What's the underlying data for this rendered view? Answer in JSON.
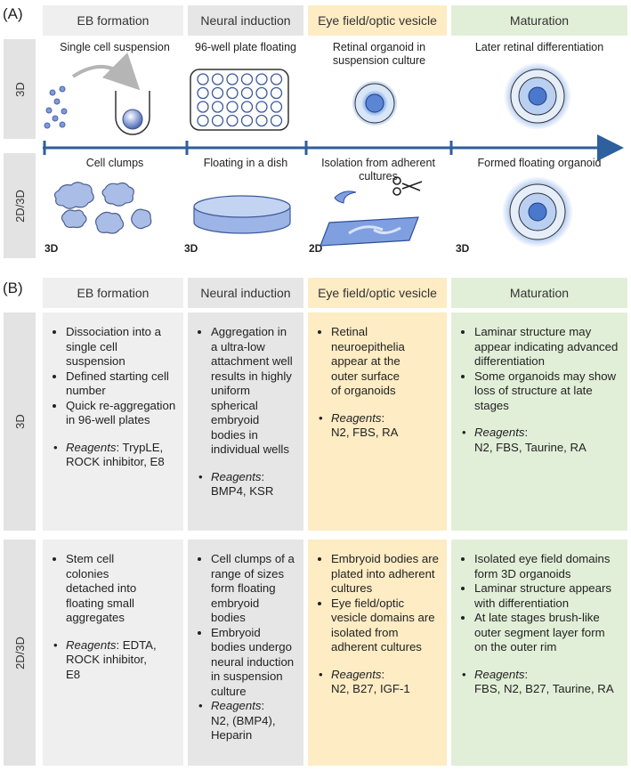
{
  "panelA": {
    "label": "(A)",
    "headers": [
      "EB formation",
      "Neural induction",
      "Eye field/optic vesicle",
      "Maturation"
    ],
    "row_labels": [
      "3D",
      "2D/3D"
    ],
    "top_captions": [
      "Single cell suspension",
      "96-well plate floating",
      "Retinal organoid in suspension culture",
      "Later retinal differentiation"
    ],
    "bottom_captions": [
      "Cell clumps",
      "Floating in a dish",
      "Isolation from adherent cultures",
      "Formed floating organoid"
    ],
    "dim_tags": [
      "3D",
      "3D",
      "2D",
      "3D"
    ]
  },
  "panelB": {
    "label": "(B)",
    "headers": [
      "EB formation",
      "Neural induction",
      "Eye field/optic vesicle",
      "Maturation"
    ],
    "row_labels": [
      "3D",
      "2D/3D"
    ],
    "reagents_label": "Reagents",
    "rows": [
      [
        {
          "bullets": [
            "Dissociation into a single cell suspension",
            "Defined starting cell number",
            "Quick re-aggregation in 96-well plates"
          ],
          "reagents": "TrypLE, ROCK inhibitor, E8"
        },
        {
          "bullets": [
            "Aggregation in a ultra-low attachment well results in highly uniform spherical embryoid bodies in individual wells"
          ],
          "reagents": "BMP4, KSR"
        },
        {
          "bullets": [
            "Retinal neuroepithelia appear at the outer surface of organoids"
          ],
          "reagents": "N2, FBS, RA"
        },
        {
          "bullets": [
            "Laminar structure may appear indicating advanced differentiation",
            "Some organoids may show loss of structure at late stages"
          ],
          "reagents": "N2, FBS, Taurine, RA"
        }
      ],
      [
        {
          "bullets": [
            "Stem cell colonies detached into floating small aggregates"
          ],
          "reagents": "EDTA, ROCK inhibitor, E8"
        },
        {
          "bullets": [
            "Cell clumps of a range of sizes form floating embryoid bodies",
            "Embryoid bodies undergo neural induction in suspension culture"
          ],
          "reagents": "N2, (BMP4), Heparin"
        },
        {
          "bullets": [
            "Embryoid bodies are plated into adherent cultures",
            "Eye field/optic vesicle domains are isolated from adherent cultures"
          ],
          "reagents": "N2, B27, IGF-1"
        },
        {
          "bullets": [
            "Isolated eye field domains form 3D organoids",
            "Laminar structure appears with differentiation",
            "At late stages brush-like outer segment layer form on the outer rim"
          ],
          "reagents": "FBS, N2, B27, Taurine, RA"
        }
      ]
    ]
  },
  "colors": {
    "gray_light": "#efefef",
    "gray_mid": "#e6e6e6",
    "yellow": "#fdecc4",
    "green": "#e2efd8",
    "timeline_blue": "#2e5f9e"
  }
}
